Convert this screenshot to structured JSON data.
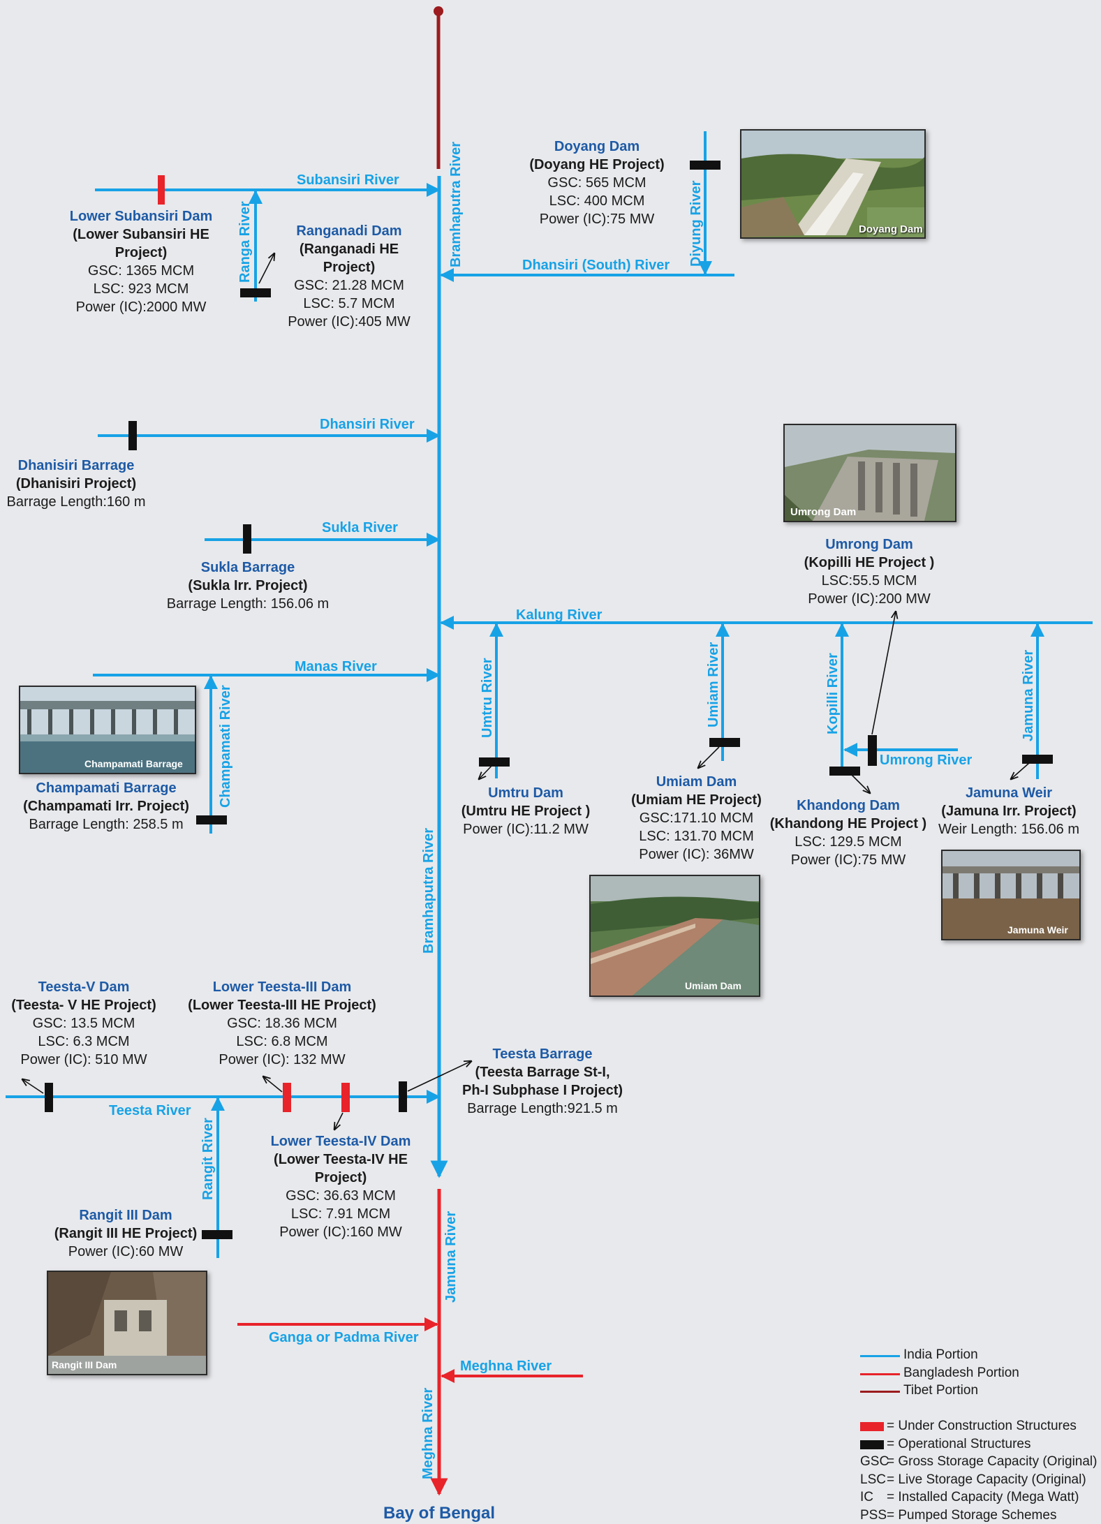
{
  "colors": {
    "india": "#17a2e6",
    "bangladesh": "#e8232a",
    "tibet": "#9b1b1e",
    "title": "#1d5aa6",
    "operational": "#111111",
    "under_construction": "#e8232a"
  },
  "rivers": {
    "subansiri": "Subansiri  River",
    "bramhaputra_upper": "Bramhaputra  River",
    "ranga": "Ranga River",
    "diyung": "Diyung River",
    "dhansiri_south": "Dhansiri (South) River",
    "dhansiri": "Dhansiri River",
    "sukla": "Sukla River",
    "kalung": "Kalung River",
    "manas": "Manas River",
    "champamati": "Champamati River",
    "umtru": "Umtru River",
    "umiam": "Umiam River",
    "kopilli": "Kopilli River",
    "umrong": "Umrong River",
    "jamuna_trib": "Jamuna River",
    "bramhaputra_lower": "Bramhaputra  River",
    "teesta": "Teesta River",
    "rangit": "Rangit River",
    "jamuna_main": "Jamuna  River",
    "ganga": "Ganga or Padma River",
    "meghna": "Meghna River",
    "meghna_vertical": "Meghna River",
    "bay": "Bay of Bengal"
  },
  "structures": {
    "lower_subansiri": {
      "name": "Lower Subansiri  Dam",
      "project": "(Lower Subansiri  HE",
      "project2": "Project)",
      "gsc": "GSC: 1365 MCM",
      "lsc": "LSC: 923 MCM",
      "power": "Power (IC):2000 MW"
    },
    "ranganadi": {
      "name": "Ranganadi  Dam",
      "project": "(Ranganadi  HE",
      "project2": "Project)",
      "gsc": "GSC: 21.28 MCM",
      "lsc": "LSC: 5.7 MCM",
      "power": "Power (IC):405 MW"
    },
    "doyang": {
      "name": "Doyang Dam",
      "project": "(Doyang HE Project)",
      "gsc": "GSC: 565 MCM",
      "lsc": "LSC: 400 MCM",
      "power": "Power (IC):75 MW"
    },
    "dhanisiri": {
      "name": "Dhanisiri Barrage",
      "project": "(Dhanisiri Project)",
      "length": "Barrage Length:160 m"
    },
    "sukla": {
      "name": "Sukla Barrage",
      "project": "(Sukla Irr. Project)",
      "length": "Barrage Length: 156.06 m"
    },
    "umrong": {
      "name": "Umrong Dam",
      "project": "(Kopilli HE Project )",
      "lsc": "LSC:55.5 MCM",
      "power": "Power (IC):200 MW"
    },
    "champamati": {
      "name": "Champamati Barrage",
      "project": "(Champamati Irr. Project)",
      "length": "Barrage Length: 258.5 m"
    },
    "umtru": {
      "name": "Umtru Dam",
      "project": "(Umtru HE Project )",
      "power": "Power (IC):11.2 MW"
    },
    "umiam": {
      "name": "Umiam Dam",
      "project": "(Umiam HE Project)",
      "gsc": "GSC:171.10 MCM",
      "lsc": "LSC: 131.70 MCM",
      "power": "Power (IC): 36MW"
    },
    "khandong": {
      "name": "Khandong Dam",
      "project": "(Khandong HE Project )",
      "lsc": "LSC: 129.5 MCM",
      "power": "Power (IC):75 MW"
    },
    "jamuna_weir": {
      "name": "Jamuna Weir",
      "project": "(Jamuna Irr. Project)",
      "length": "Weir Length: 156.06 m"
    },
    "teesta_v": {
      "name": "Teesta-V Dam",
      "project": "(Teesta- V HE Project)",
      "gsc": "GSC: 13.5 MCM",
      "lsc": "LSC: 6.3 MCM",
      "power": "Power (IC): 510 MW"
    },
    "lower_teesta_iii": {
      "name": "Lower Teesta-III Dam",
      "project": "(Lower Teesta-III HE Project)",
      "gsc": "GSC: 18.36 MCM",
      "lsc": "LSC: 6.8 MCM",
      "power": "Power (IC): 132 MW"
    },
    "teesta_barrage": {
      "name": "Teesta Barrage",
      "project": "(Teesta Barrage St-I,",
      "project2": "Ph-I Subphase I Project)",
      "length": "Barrage Length:921.5 m"
    },
    "lower_teesta_iv": {
      "name": "Lower Teesta-IV Dam",
      "project": "(Lower Teesta-IV HE",
      "project2": "Project)",
      "gsc": "GSC: 36.63 MCM",
      "lsc": "LSC: 7.91 MCM",
      "power": "Power (IC):160 MW"
    },
    "rangit_iii": {
      "name": "Rangit III Dam",
      "project": "(Rangit III HE Project)",
      "power": "Power (IC):60 MW"
    }
  },
  "photos": {
    "doyang": "Doyang  Dam",
    "umrong": "Umrong Dam",
    "champamati": "Champamati Barrage",
    "umiam": "Umiam Dam",
    "jamuna_weir": "Jamuna Weir",
    "rangit_iii": "Rangit III Dam"
  },
  "legend": {
    "india": "India Portion",
    "bangladesh": "Bangladesh Portion",
    "tibet": "Tibet Portion",
    "under_construction": "= Under Construction Structures",
    "operational": "= Operational Structures",
    "gsc_abbr": "GSC",
    "gsc_def": "= Gross Storage Capacity (Original)",
    "lsc_abbr": "LSC",
    "lsc_def": "= Live Storage Capacity (Original)",
    "ic_abbr": "IC",
    "ic_def": "= Installed Capacity (Mega Watt)",
    "pss_abbr": "PSS",
    "pss_def": "= Pumped Storage Schemes"
  }
}
